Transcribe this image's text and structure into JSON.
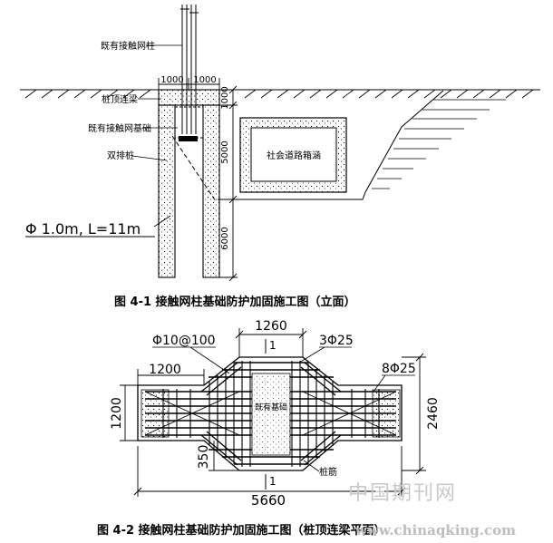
{
  "figure1": {
    "caption": "图 4-1 接触网柱基础防护加固施工图（立面）",
    "labels": {
      "existing_pole": "既有接触网柱",
      "top_beam": "桩顶连梁",
      "existing_foundation": "既有接触网基础",
      "double_pile": "双排桩",
      "underpass_box": "社会道路箱涵",
      "pile_spec": "Φ 1.0m, L=11m"
    },
    "dims": {
      "top_left": "1000",
      "top_right": "1000",
      "beam_height": "1000",
      "depth_upper": "5000",
      "depth_lower": "6000"
    }
  },
  "figure2": {
    "caption": "图 4-2 接触网柱基础防护加固施工图（桩顶连梁平面）",
    "labels": {
      "stirrup": "Φ10@100",
      "top_bars": "3Φ25",
      "side_bars": "8Φ25",
      "center_text": "既有基础",
      "pile_label": "桩筋",
      "section_top": "1",
      "section_bottom": "1"
    },
    "dims": {
      "top_width": "1260",
      "end_length": "1200",
      "end_height": "1200",
      "total_height": "2460",
      "offset": "350",
      "total_length": "5660"
    }
  },
  "watermark": {
    "line1": "中国期刊网",
    "line2": "www.chinaqking.com"
  }
}
